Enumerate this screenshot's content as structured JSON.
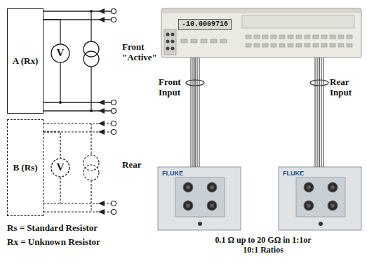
{
  "diagram": {
    "nodes": [
      {
        "text": [
          "A (Rx)"
        ]
      },
      {
        "text": [
          "V"
        ]
      },
      {
        "text": [
          "B (Rs)"
        ]
      },
      {
        "text": [
          "V"
        ]
      },
      {
        "text": [
          "-10.0009716"
        ]
      },
      {
        "text": [
          "FLUKE"
        ]
      },
      {
        "text": [
          "FLUKE"
        ]
      }
    ],
    "edges": [
      {
        "from": 0,
        "to": 1,
        "arrow": "none"
      },
      {
        "from": 2,
        "to": 3,
        "arrow": "none"
      },
      {
        "from": 4,
        "to": 5,
        "label": "Front Input",
        "arrow": "none"
      },
      {
        "from": 4,
        "to": 6,
        "label": "Rear Input",
        "arrow": "none"
      }
    ],
    "labels": [
      "Front \"Active\"",
      "Rear",
      "Rs = Standard Resistor",
      "Rx = Unknown Resistor",
      "0.1 Ω up to 20 GΩ in 1:1or 10:1 Ratios"
    ]
  }
}
